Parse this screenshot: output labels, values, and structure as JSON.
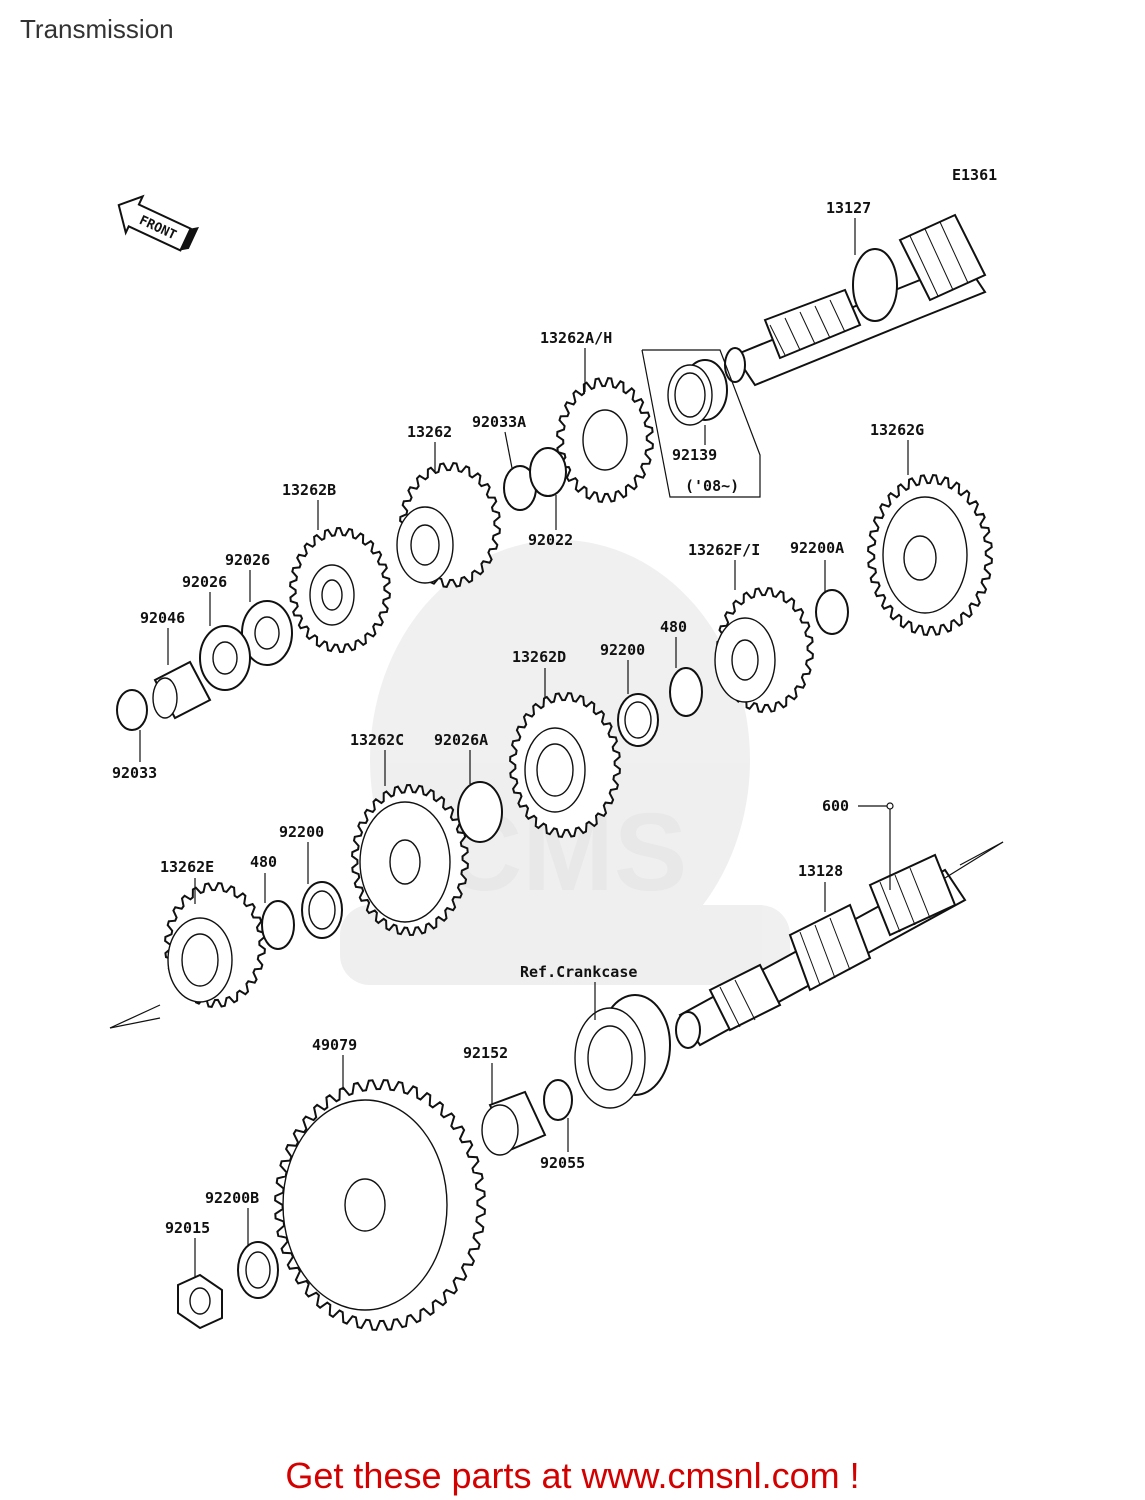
{
  "page": {
    "title": "Transmission",
    "footer": "Get these parts at www.cmsnl.com !",
    "footer_color": "#d40000",
    "watermark": "CMS"
  },
  "diagram": {
    "code": "E1361",
    "front_label": "FRONT",
    "parts": {
      "p13127": "13127",
      "p13262AH": "13262A/H",
      "p92139": "92139",
      "p92139_note": "('08~)",
      "p13262": "13262",
      "p92033A": "92033A",
      "p92022": "92022",
      "p13262B": "13262B",
      "p92026a": "92026",
      "p92026b": "92026",
      "p92046": "92046",
      "p92033": "92033",
      "p13262G": "13262G",
      "p13262FI": "13262F/I",
      "p92200A": "92200A",
      "p480a": "480",
      "p92200a": "92200",
      "p13262D": "13262D",
      "p13262C": "13262C",
      "p92026A": "92026A",
      "p92200b": "92200",
      "p480b": "480",
      "p13262E": "13262E",
      "p600": "600",
      "p13128": "13128",
      "pRef": "Ref.Crankcase",
      "p49079": "49079",
      "p92152": "92152",
      "p92055": "92055",
      "p92200B": "92200B",
      "p92015": "92015"
    }
  }
}
